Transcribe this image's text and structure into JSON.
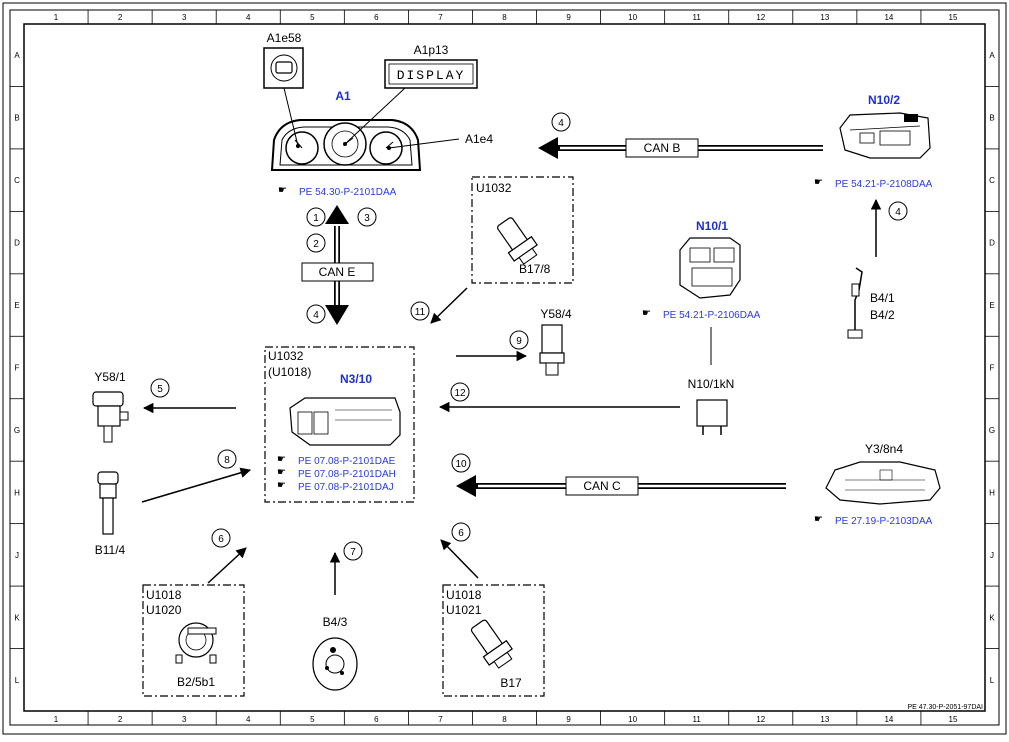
{
  "frame": {
    "columns": [
      "1",
      "2",
      "3",
      "4",
      "5",
      "6",
      "7",
      "8",
      "9",
      "10",
      "11",
      "12",
      "13",
      "14",
      "15"
    ],
    "rows": [
      "A",
      "B",
      "C",
      "D",
      "E",
      "F",
      "G",
      "H",
      "J",
      "K",
      "L"
    ],
    "footer_code": "PE 47.30-P-2051-97DAI"
  },
  "components": {
    "A1": "A1",
    "A1e58": "A1e58",
    "A1p13": "A1p13",
    "display_text": "DISPLAY",
    "A1e4": "A1e4",
    "N10_2": "N10/2",
    "N10_1": "N10/1",
    "N10_1kN": "N10/1kN",
    "N3_10": "N3/10",
    "U1032": "U1032",
    "U1018_paren": "(U1018)",
    "U1032_b": "U1032",
    "B17_8": "B17/8",
    "Y58_4": "Y58/4",
    "Y58_1": "Y58/1",
    "B11_4": "B11/4",
    "B4_1": "B4/1",
    "B4_2": "B4/2",
    "B4_3": "B4/3",
    "Y3_8n4": "Y3/8n4",
    "U1018_a": "U1018",
    "U1020": "U1020",
    "B2_5b1": "B2/5b1",
    "U1018_b": "U1018",
    "U1021": "U1021",
    "B17": "B17"
  },
  "buses": {
    "can_b": "CAN B",
    "can_c": "CAN C",
    "can_e": "CAN E"
  },
  "references": {
    "a1": "PE 54.30-P-2101DAA",
    "n10_2": "PE 54.21-P-2108DAA",
    "n10_1": "PE 54.21-P-2106DAA",
    "n3_10_1": "PE 07.08-P-2101DAE",
    "n3_10_2": "PE 07.08-P-2101DAH",
    "n3_10_3": "PE 07.08-P-2101DAJ",
    "y3_8n4": "PE 27.19-P-2103DAA"
  },
  "signal_numbers": [
    "1",
    "2",
    "3",
    "4",
    "4",
    "4",
    "5",
    "6",
    "6",
    "7",
    "8",
    "9",
    "10",
    "11",
    "12"
  ]
}
